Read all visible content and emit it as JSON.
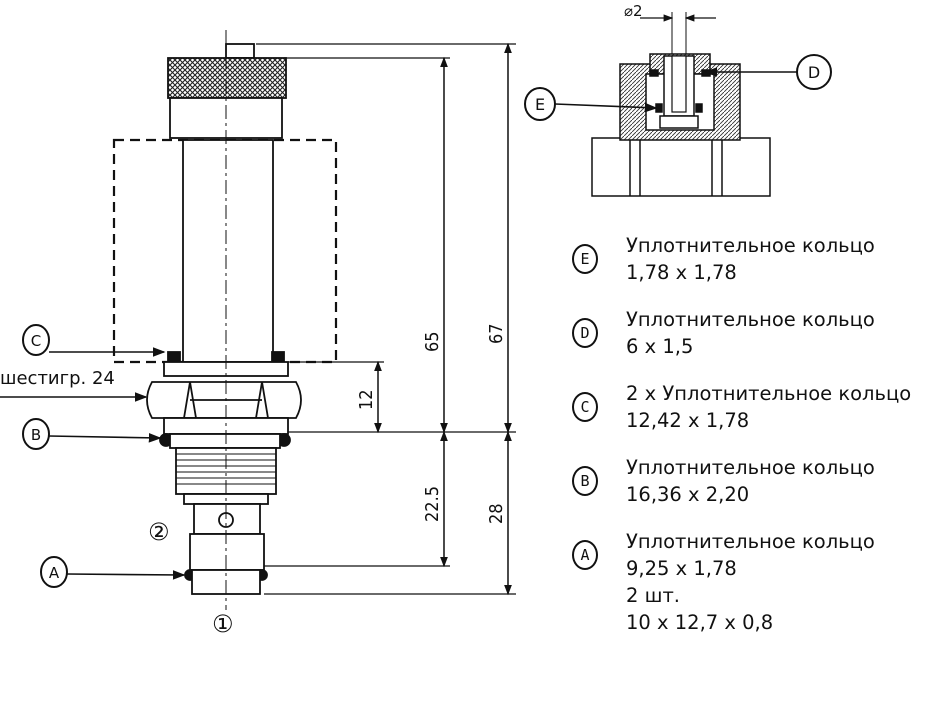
{
  "drawing": {
    "hex_label": "шестигр. 24",
    "dimensions": {
      "d65": "65",
      "d67": "67",
      "d12": "12",
      "d22_5": "22.5",
      "d28": "28",
      "dia2": "⌀2"
    },
    "port_labels": {
      "port1": "①",
      "port2": "②"
    },
    "callouts": {
      "A": "A",
      "B": "B",
      "C": "C",
      "D": "D",
      "E": "E"
    }
  },
  "legend": [
    {
      "letter": "E",
      "lines": [
        "Уплотнительное кольцо",
        "1,78 x 1,78"
      ]
    },
    {
      "letter": "D",
      "lines": [
        "Уплотнительное кольцо",
        "6 x 1,5"
      ]
    },
    {
      "letter": "C",
      "lines": [
        "2 x Уплотнительное кольцо",
        "12,42 x 1,78"
      ]
    },
    {
      "letter": "B",
      "lines": [
        "Уплотнительное кольцо",
        "16,36 x 2,20"
      ]
    },
    {
      "letter": "A",
      "lines": [
        "Уплотнительное кольцо",
        "9,25 x 1,78",
        "2 шт.",
        "10 x 12,7 x 0,8"
      ]
    }
  ]
}
